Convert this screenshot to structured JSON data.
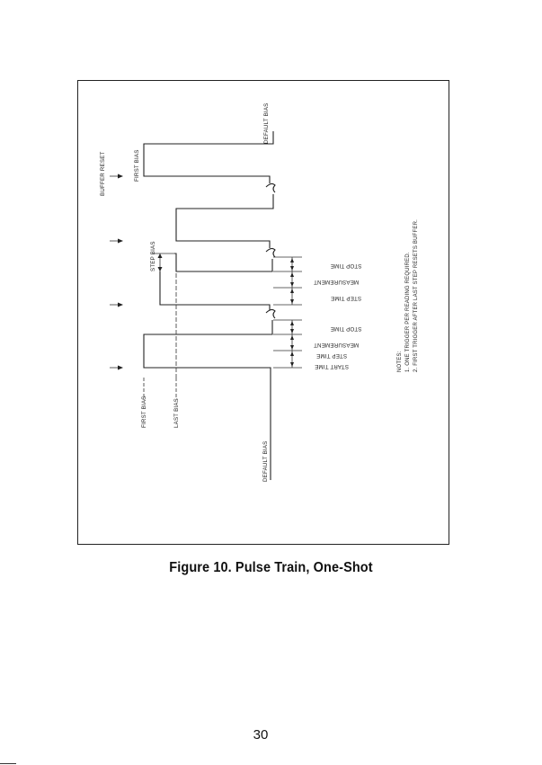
{
  "diagram": {
    "labels": {
      "buffer_reset": "BUFFER RESET",
      "first_bias_top": "FIRST BIAS",
      "default_bias_top": "DEFAULT BIAS",
      "step_bias": "STEP BIAS",
      "first_bias_bottom": "FIRST BIAS",
      "last_bias": "LAST BIAS",
      "default_bias_bottom": "DEFAULT BIAS",
      "stop_time_1": "STOP TIME",
      "measurement_1": "MEASUREMENT",
      "step_time_1": "STEP TIME",
      "stop_time_2": "STOP TIME",
      "measurement_2": "MEASUREMENT",
      "step_time_2": "STEP TIME",
      "start_time": "START TIME"
    },
    "notes": {
      "heading": "NOTES:",
      "items": [
        "1. ONE TRIGGER PER READING REQUIRED.",
        "2. FIRST TRIGGER AFTER LAST STEP RESETS BUFFER."
      ]
    }
  },
  "caption": "Figure 10. Pulse Train, One-Shot",
  "page_number": "30"
}
